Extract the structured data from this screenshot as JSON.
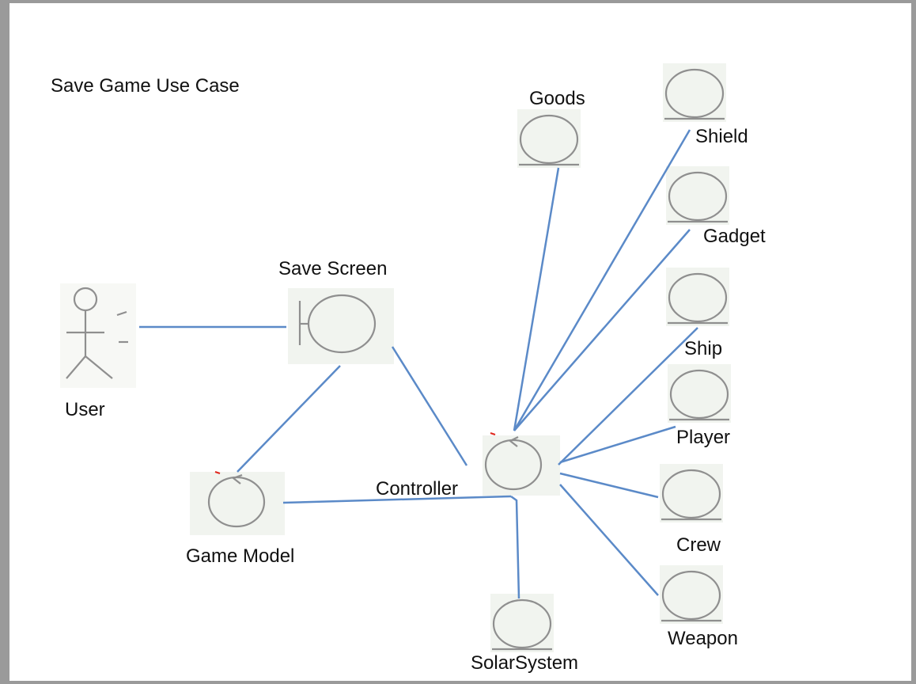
{
  "diagram": {
    "title": "Save Game Use Case",
    "actor": {
      "label": "User"
    },
    "boundary": {
      "label": "Save Screen"
    },
    "controls": [
      {
        "id": "controller",
        "label": "Controller"
      },
      {
        "id": "game-model",
        "label": "Game Model"
      }
    ],
    "entities": [
      {
        "id": "goods",
        "label": "Goods"
      },
      {
        "id": "shield",
        "label": "Shield"
      },
      {
        "id": "gadget",
        "label": "Gadget"
      },
      {
        "id": "ship",
        "label": "Ship"
      },
      {
        "id": "player",
        "label": "Player"
      },
      {
        "id": "crew",
        "label": "Crew"
      },
      {
        "id": "weapon",
        "label": "Weapon"
      },
      {
        "id": "solarsystem",
        "label": "SolarSystem"
      }
    ],
    "colors": {
      "connector": "#5b8ac8",
      "shape_stroke": "#8f8f8f",
      "control_arrow_tick": "#e0281e"
    }
  }
}
